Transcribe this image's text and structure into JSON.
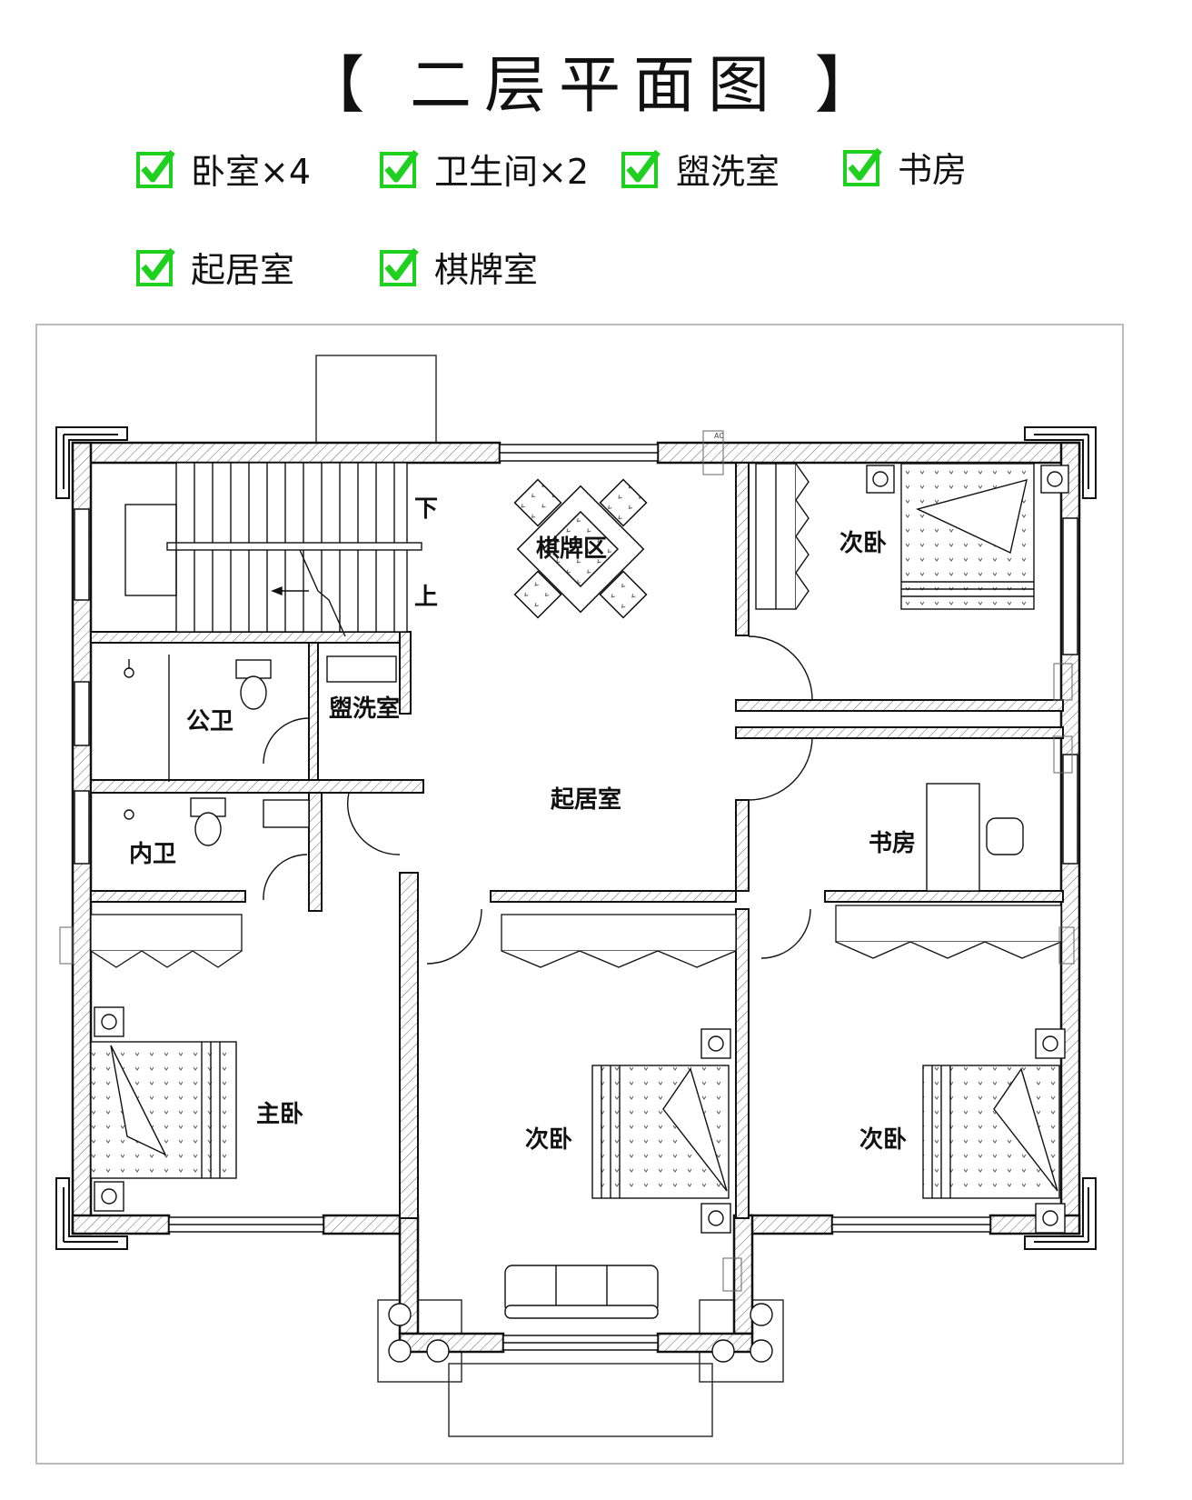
{
  "title": "【 二层平面图 】",
  "features": [
    {
      "label": "卧室×4",
      "icon": "check-icon"
    },
    {
      "label": "卫生间×2",
      "icon": "check-icon"
    },
    {
      "label": "盥洗室",
      "icon": "check-icon"
    },
    {
      "label": "书房",
      "icon": "check-icon"
    },
    {
      "label": "起居室",
      "icon": "check-icon"
    },
    {
      "label": "棋牌室",
      "icon": "check-icon"
    }
  ],
  "colors": {
    "check_green": "#1fd11f",
    "wall": "#111111",
    "hatch": "#444444"
  },
  "rooms": {
    "qipai": "棋牌区",
    "bedroom_ne": "次卧",
    "gongwei": "公卫",
    "guanxi": "盥洗室",
    "qiju": "起居室",
    "neiwei": "内卫",
    "shufang": "书房",
    "master": "主卧",
    "bedroom_s": "次卧",
    "bedroom_se": "次卧"
  },
  "stair": {
    "down": "下",
    "up": "上"
  },
  "ac_label": "AC"
}
